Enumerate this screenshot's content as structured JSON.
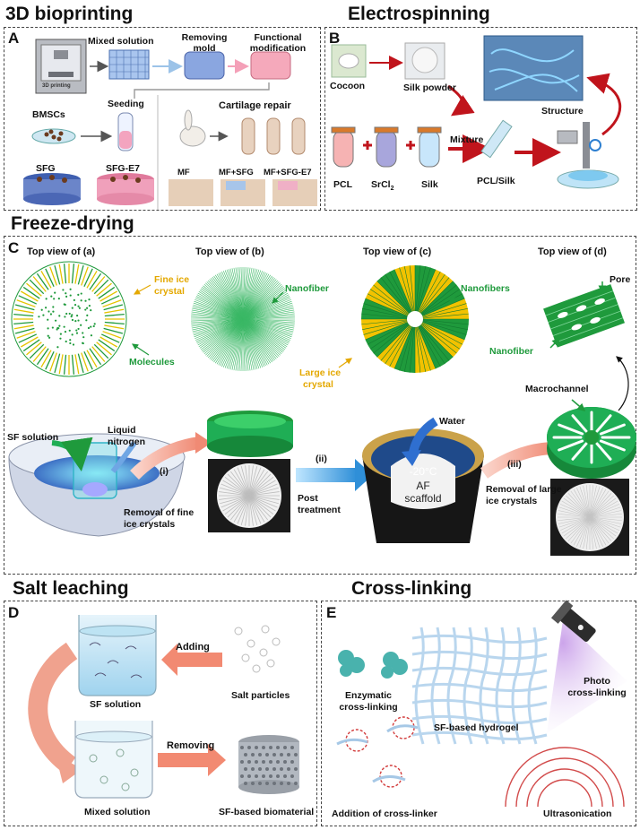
{
  "sections": {
    "bioprinting": "3D bioprinting",
    "electrospinning": "Electrospinning",
    "freeze_drying": "Freeze-drying",
    "salt_leaching": "Salt leaching",
    "cross_linking": "Cross-linking"
  },
  "panel_letters": {
    "a": "A",
    "b": "B",
    "c": "C",
    "d": "D",
    "e": "E"
  },
  "panel_a": {
    "printer_label": "3D printing",
    "mixed_solution": "Mixed solution",
    "removing_mold": "Removing mold",
    "functional_modification": "Functional modification",
    "bmscs": "BMSCs",
    "seeding": "Seeding",
    "cartilage_repair": "Cartilage repair",
    "sfg": "SFG",
    "sfg_e7": "SFG-E7",
    "mf": "MF",
    "mf_sfg": "MF+SFG",
    "mf_sfg_e7": "MF+SFG-E7"
  },
  "panel_b": {
    "cocoon": "Cocoon",
    "silk_powder": "Silk powder",
    "structure": "Structure",
    "mixture": "Mixture",
    "pcl": "PCL",
    "srcl2_base": "SrCl",
    "srcl2_sub": "2",
    "silk": "Silk",
    "pcl_silk": "PCL/Silk"
  },
  "panel_c": {
    "top_a": "Top view of (a)",
    "top_b": "Top view of (b)",
    "top_c": "Top view of (c)",
    "top_d": "Top view of (d)",
    "fine_ice_1": "Fine ice",
    "fine_ice_2": "crystal",
    "molecules": "Molecules",
    "nanofiber_b": "Nanofiber",
    "nanofibers_c": "Nanofibers",
    "large_ice_1": "Large ice",
    "large_ice_2": "crystal",
    "pore": "Pore",
    "nanofiber_d": "Nanofiber",
    "macrochannel": "Macrochannel",
    "sf_solution": "SF solution",
    "liquid_1": "Liquid",
    "liquid_2": "nitrogen",
    "step_i": "(i)",
    "removal_fine_1": "Removal of fine",
    "removal_fine_2": "ice crystals",
    "step_ii": "(ii)",
    "post_1": "Post",
    "post_2": "treatment",
    "water": "Water",
    "temperature": "-20°C",
    "af_1": "AF",
    "af_2": "scaffold",
    "step_iii": "(iii)",
    "removal_large_1": "Removal of large",
    "removal_large_2": "ice crystals"
  },
  "panel_d": {
    "adding": "Adding",
    "sf_solution": "SF solution",
    "salt_particles": "Salt particles",
    "removing": "Removing",
    "mixed_solution": "Mixed solution",
    "sf_biomaterial": "SF-based biomaterial"
  },
  "panel_e": {
    "enzymatic_1": "Enzymatic",
    "enzymatic_2": "cross-linking",
    "photo_1": "Photo",
    "photo_2": "cross-linking",
    "hydrogel": "SF-based hydrogel",
    "addition": "Addition of cross-linker",
    "ultrasonication": "Ultrasonication"
  },
  "colors": {
    "green": "#1f9a3c",
    "yellow": "#f2c200",
    "red_arrow": "#c0141c",
    "salmon_arrow": "#f4a090",
    "blue_arrow": "#3aa8e0",
    "border": "#444444"
  }
}
